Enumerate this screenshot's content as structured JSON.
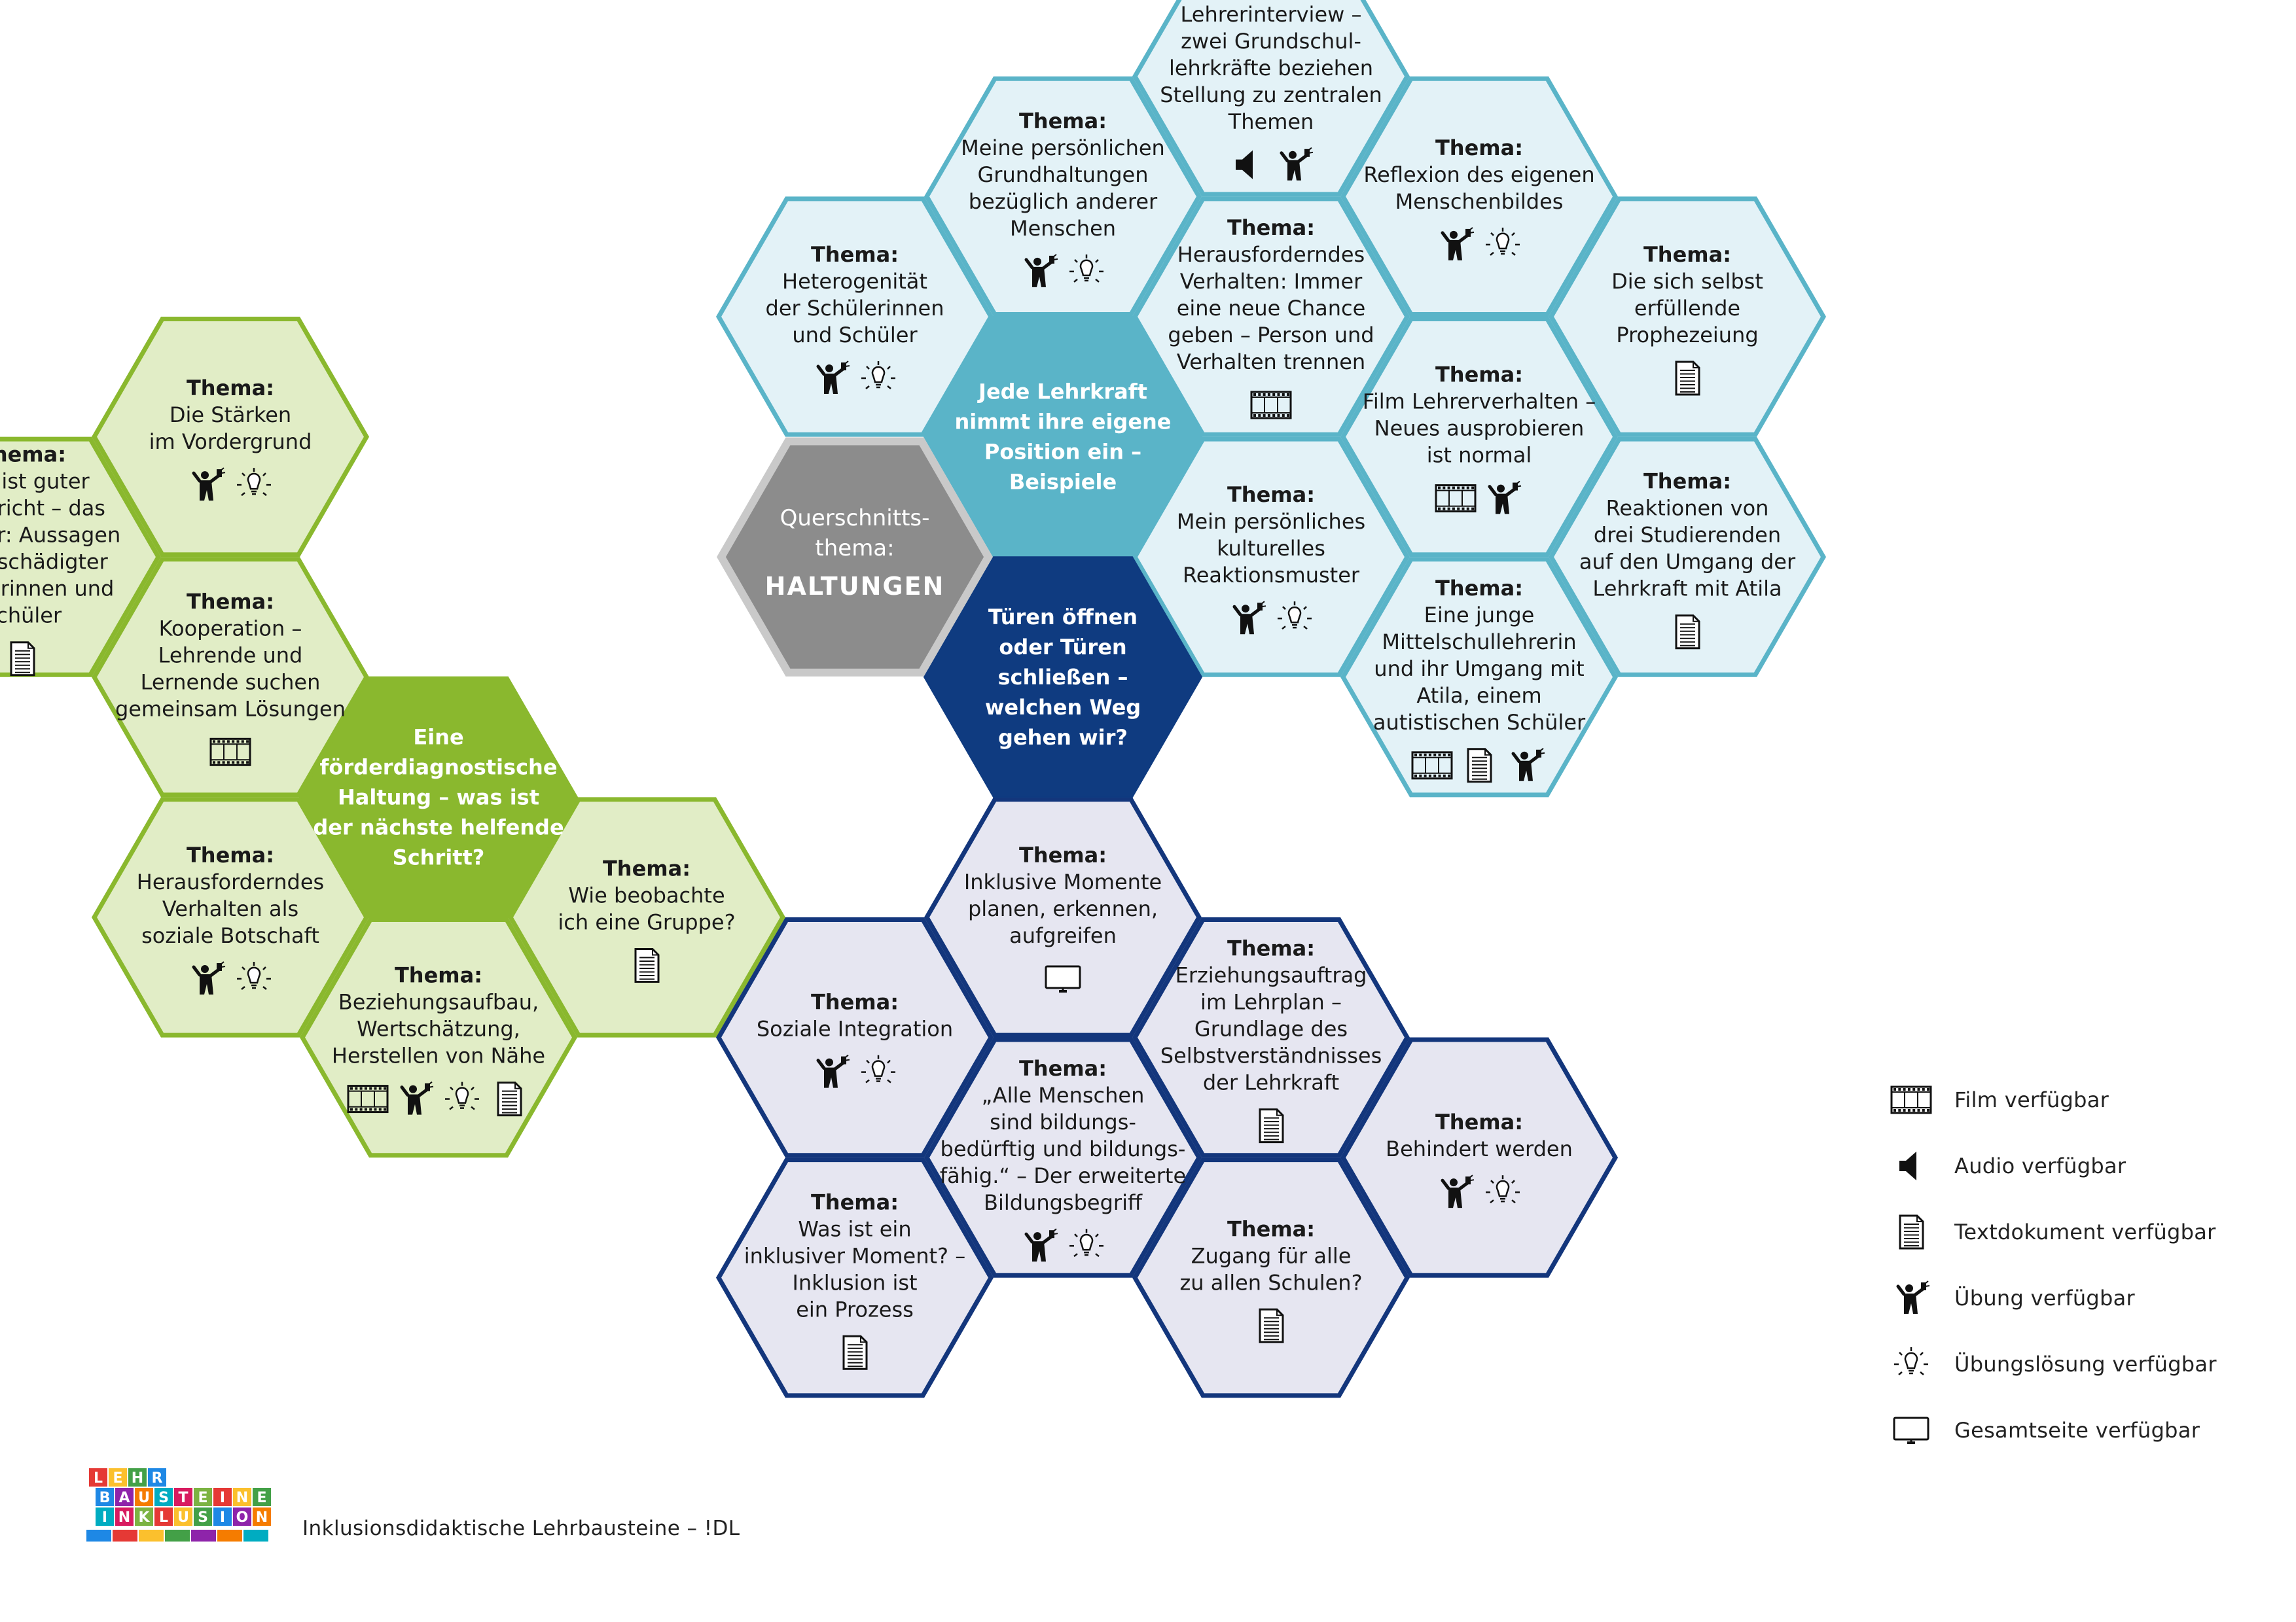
{
  "center": {
    "line1": "Querschnitts-",
    "line2": "thema:",
    "title": "HALTUNGEN"
  },
  "clusters": {
    "teal": {
      "stroke": "#5ab4c8",
      "fill": "#e3f2f7",
      "hub": "#5ab4c8"
    },
    "green": {
      "stroke": "#8ab82e",
      "fill": "#e1edc6",
      "hub": "#8ab82e"
    },
    "blue": {
      "stroke": "#13367c",
      "fill": "#e6e6f1",
      "hub": "#0f3b80"
    },
    "grey": {
      "stroke": "#c9c9c9",
      "fill": "#8c8c8c"
    }
  },
  "hubs": [
    {
      "id": "teal",
      "lines": [
        "Jede Lehrkraft",
        "nimmt ihre eigene",
        "Position ein –",
        "Beispiele"
      ]
    },
    {
      "id": "blue",
      "lines": [
        "Türen öffnen",
        "oder Türen",
        "schließen –",
        "welchen Weg",
        "gehen wir?"
      ]
    },
    {
      "id": "green",
      "lines": [
        "Eine",
        "förderdiagnostische",
        "Haltung – was ist",
        "der nächste helfende",
        "Schritt?"
      ]
    }
  ],
  "topic_label": "Thema:",
  "topics": [
    {
      "cluster": "teal",
      "lines": [
        "Lehrerinterview –",
        "zwei Grundschul-",
        "lehrkräfte beziehen",
        "Stellung zu zentralen",
        "Themen"
      ],
      "icons": [
        "audio-icon",
        "exercise-icon"
      ]
    },
    {
      "cluster": "teal",
      "lines": [
        "Meine persönlichen",
        "Grundhaltungen",
        "bezüglich anderer",
        "Menschen"
      ],
      "icons": [
        "exercise-icon",
        "solution-icon"
      ]
    },
    {
      "cluster": "teal",
      "lines": [
        "Reflexion des eigenen",
        "Menschenbildes"
      ],
      "icons": [
        "exercise-icon",
        "solution-icon"
      ]
    },
    {
      "cluster": "teal",
      "lines": [
        "Heterogenität",
        "der Schülerinnen",
        "und Schüler"
      ],
      "icons": [
        "exercise-icon",
        "solution-icon"
      ]
    },
    {
      "cluster": "teal",
      "lines": [
        "Herausforderndes",
        "Verhalten: Immer",
        "eine neue Chance",
        "geben – Person und",
        "Verhalten trennen"
      ],
      "icons": [
        "film-icon"
      ]
    },
    {
      "cluster": "teal",
      "lines": [
        "Die sich selbst",
        "erfüllende",
        "Prophezeiung"
      ],
      "icons": [
        "document-icon"
      ]
    },
    {
      "cluster": "teal",
      "lines": [
        "Film Lehrerverhalten –",
        "Neues ausprobieren",
        "ist normal"
      ],
      "icons": [
        "film-icon",
        "exercise-icon"
      ]
    },
    {
      "cluster": "teal",
      "lines": [
        "Mein persönliches",
        "kulturelles",
        "Reaktionsmuster"
      ],
      "icons": [
        "exercise-icon",
        "solution-icon"
      ]
    },
    {
      "cluster": "teal",
      "lines": [
        "Reaktionen von",
        "drei Studierenden",
        "auf den Umgang der",
        "Lehrkraft mit Atila"
      ],
      "icons": [
        "document-icon"
      ]
    },
    {
      "cluster": "teal",
      "lines": [
        "Eine junge",
        "Mittelschullehrerin",
        "und ihr Umgang mit",
        "Atila, einem",
        "autistischen Schüler"
      ],
      "icons": [
        "film-icon",
        "document-icon",
        "exercise-icon"
      ]
    },
    {
      "cluster": "green",
      "lines": [
        "Die Stärken",
        "im Vordergrund"
      ],
      "icons": [
        "exercise-icon",
        "solution-icon"
      ]
    },
    {
      "cluster": "green",
      "lines": [
        "Das ist guter",
        "Unterricht – das",
        "hilft mir: Aussagen",
        "hörgeschädigter",
        "Schülerinnen und",
        "Schüler"
      ],
      "icons": [
        "document-icon"
      ]
    },
    {
      "cluster": "green",
      "lines": [
        "Kooperation –",
        "Lehrende und",
        "Lernende suchen",
        "gemeinsam Lösungen"
      ],
      "icons": [
        "film-icon"
      ]
    },
    {
      "cluster": "green",
      "lines": [
        "Wie beobachte",
        "ich eine Gruppe?"
      ],
      "icons": [
        "document-icon"
      ]
    },
    {
      "cluster": "green",
      "lines": [
        "Beziehungsaufbau,",
        "Wertschätzung,",
        "Herstellen von Nähe"
      ],
      "icons": [
        "film-icon",
        "exercise-icon",
        "solution-icon",
        "document-icon"
      ]
    },
    {
      "cluster": "green",
      "lines": [
        "Herausforderndes",
        "Verhalten als",
        "soziale Botschaft"
      ],
      "icons": [
        "exercise-icon",
        "solution-icon"
      ]
    },
    {
      "cluster": "blue",
      "lines": [
        "Inklusive Momente",
        "planen, erkennen,",
        "aufgreifen"
      ],
      "icons": [
        "monitor-icon"
      ]
    },
    {
      "cluster": "blue",
      "lines": [
        "Erziehungsauftrag",
        "im Lehrplan –",
        "Grundlage des",
        "Selbstverständnisses",
        "der Lehrkraft"
      ],
      "icons": [
        "document-icon"
      ]
    },
    {
      "cluster": "blue",
      "lines": [
        "Soziale Integration"
      ],
      "icons": [
        "exercise-icon",
        "solution-icon"
      ]
    },
    {
      "cluster": "blue",
      "lines": [
        "„Alle Menschen",
        "sind bildungs-",
        "bedürftig und bildungs-",
        "fähig.“ – Der erweiterte",
        "Bildungsbegriff"
      ],
      "icons": [
        "exercise-icon",
        "solution-icon"
      ]
    },
    {
      "cluster": "blue",
      "lines": [
        "Behindert werden"
      ],
      "icons": [
        "exercise-icon",
        "solution-icon"
      ]
    },
    {
      "cluster": "blue",
      "lines": [
        "Was ist ein",
        "inklusiver Moment? –",
        "Inklusion ist",
        "ein Prozess"
      ],
      "icons": [
        "document-icon"
      ]
    },
    {
      "cluster": "blue",
      "lines": [
        "Zugang für alle",
        "zu allen Schulen?"
      ],
      "icons": [
        "document-icon"
      ]
    }
  ],
  "legend": [
    {
      "icon": "film-icon",
      "label": "Film verfügbar"
    },
    {
      "icon": "audio-icon",
      "label": "Audio verfügbar"
    },
    {
      "icon": "document-icon",
      "label": "Textdokument verfügbar"
    },
    {
      "icon": "exercise-icon",
      "label": "Übung verfügbar"
    },
    {
      "icon": "solution-icon",
      "label": "Übungslösung verfügbar"
    },
    {
      "icon": "monitor-icon",
      "label": "Gesamtseite verfügbar"
    }
  ],
  "footer": {
    "logo_rows": [
      [
        "L",
        "E",
        "H",
        "R"
      ],
      [
        "B",
        "A",
        "U",
        "S",
        "T",
        "E",
        "I",
        "N",
        "E"
      ],
      [
        "I",
        "N",
        "K",
        "L",
        "U",
        "S",
        "I",
        "O",
        "N"
      ]
    ],
    "text": "Inklusionsdidaktische Lehrbausteine – !DL"
  }
}
